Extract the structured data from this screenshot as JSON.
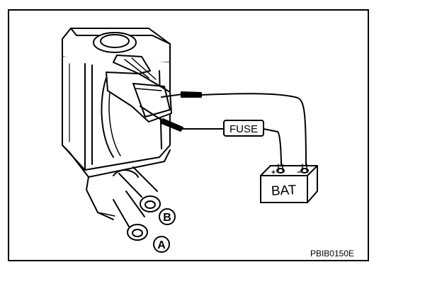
{
  "diagram": {
    "labels": {
      "fuse": "FUSE",
      "battery": "BAT",
      "port_a": "A",
      "port_b": "B",
      "figure_code": "PBIB0150E"
    },
    "colors": {
      "line": "#000000",
      "background": "#ffffff"
    }
  }
}
